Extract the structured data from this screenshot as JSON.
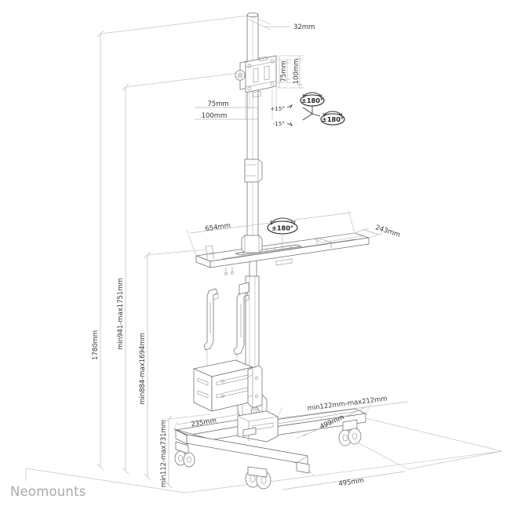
{
  "drawing": {
    "title": "Neomounts workstation dimension drawing",
    "brand": "Neomounts",
    "units": "mm",
    "view": "isometric technical line drawing"
  },
  "dimensions": {
    "pole_diameter": "32mm",
    "vesa_width": "75mm",
    "vesa_width_outer": "100mm",
    "vesa_height": "75mm",
    "vesa_height_outer": "100mm",
    "worksurface_width": "654mm",
    "worksurface_depth": "243mm",
    "total_height": "1780mm",
    "monitor_height_range": "min941-max1751mm",
    "worksurface_height_range": "min884-max1694mm",
    "cpu_holder_height_range": "min112-max731mm",
    "cpu_holder_width_range": "min122mm-max212mm",
    "base_depth_front": "235mm",
    "base_leg_length": "499mm",
    "base_width": "495mm"
  },
  "rotation_labels": {
    "monitor_rotate": "±180°",
    "monitor_swivel": "±180°",
    "tilt_up": "+15°",
    "tilt_down": "-15°",
    "worksurface_rotate": "±180°"
  },
  "labels": {
    "pole_diameter": "32mm",
    "vesa_inner": "75mm",
    "vesa_outer": "100mm",
    "vesa_inner_h": "75mm",
    "vesa_outer_h": "100mm",
    "surface_width": "654mm",
    "surface_depth": "243mm",
    "height_total": "1780mm",
    "height_monitor": "min941-max1751mm",
    "height_surface": "min884-max1694mm",
    "height_cpu": "min112-max731mm",
    "cpu_width": "min122mm-max212mm",
    "base_front": "235mm",
    "base_leg": "499mm",
    "base_width": "495mm",
    "rot_top": "±180°",
    "rot_side": "±180°",
    "tilt_plus": "+15°",
    "tilt_minus": "-15°",
    "rot_surface": "±180°"
  }
}
